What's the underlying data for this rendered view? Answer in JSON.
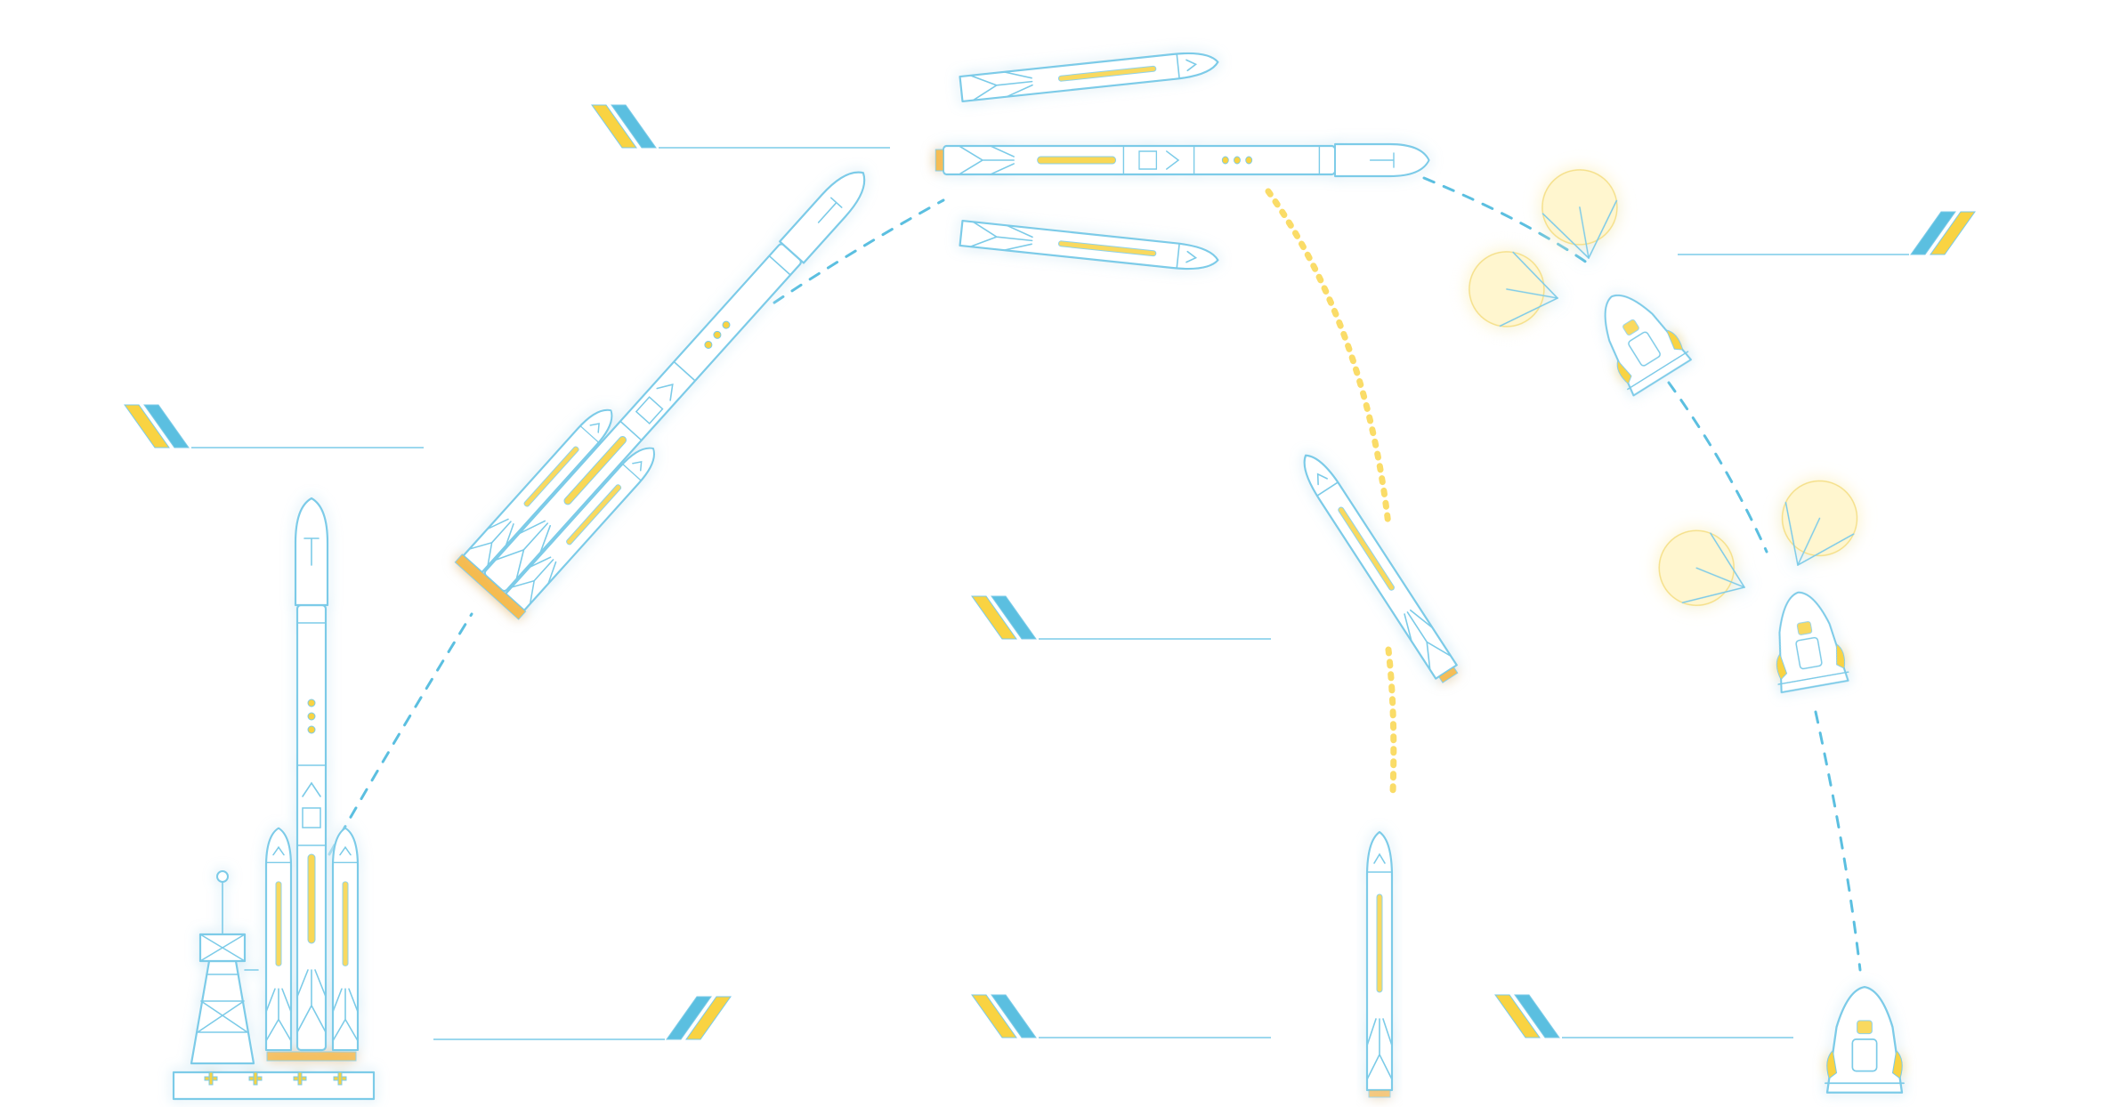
{
  "colors": {
    "outline": "#7ccbe8",
    "accent_blue": "#5bbfe0",
    "accent_yellow": "#f9d342",
    "flame": "#f5b942",
    "glow": "#bfe8f7",
    "background": "#ffffff"
  },
  "diagram": {
    "type": "mission-profile",
    "stages": [
      {
        "id": "launch",
        "icon": "rocket-launch-pad-icon",
        "label": ""
      },
      {
        "id": "ascent",
        "icon": "rocket-ascent-icon",
        "label": ""
      },
      {
        "id": "booster-separation",
        "icon": "side-booster-separation-icon",
        "label": ""
      },
      {
        "id": "capsule-separation",
        "icon": "capsule-drogue-parachute-icon",
        "label": ""
      },
      {
        "id": "main-parachutes",
        "icon": "capsule-main-parachute-icon",
        "label": ""
      },
      {
        "id": "booster-return",
        "icon": "booster-descent-icon",
        "label": ""
      },
      {
        "id": "booster-landing",
        "icon": "booster-landed-icon",
        "label": ""
      },
      {
        "id": "capsule-splashdown",
        "icon": "capsule-landed-icon",
        "label": ""
      }
    ]
  }
}
